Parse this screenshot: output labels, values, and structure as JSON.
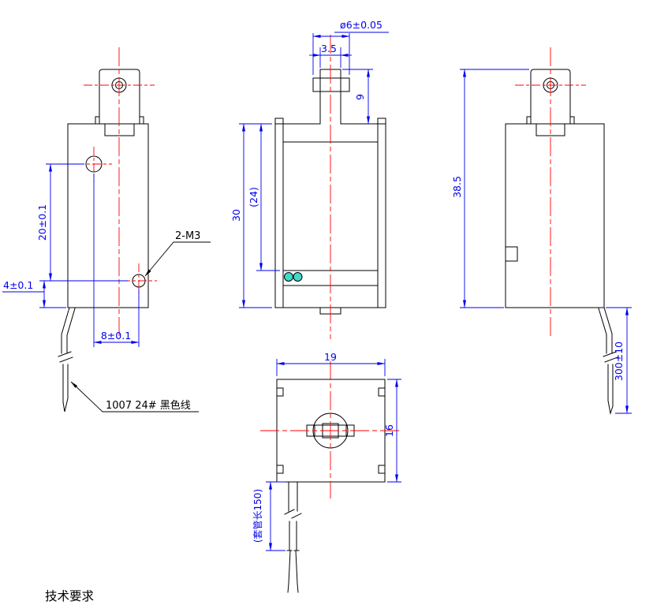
{
  "colors": {
    "background": "#ffffff",
    "outline": "#000000",
    "centerline": "#ff0000",
    "dimension": "#0000ee",
    "terminal_fill": "#40d9cb"
  },
  "labels": {
    "front_view": {
      "hole_pitch_v": "20±0.1",
      "bottom_offset": "4±0.1",
      "hole_pitch_h": "8±0.1",
      "thread_callout": "2-M3",
      "wire_note": "1007 24# 黑色线"
    },
    "center_view": {
      "plunger_flange_dia": "ø6±0.05",
      "plunger_pin": "3.5",
      "plunger_protrusion": "9",
      "frame_height": "30",
      "window_height": "(24)"
    },
    "side_view": {
      "overall_height": "38.5",
      "lead_length": "300±10"
    },
    "bottom_view": {
      "width": "19",
      "depth": "16",
      "sleeve_note": "(套管长150)"
    },
    "notes": {
      "tech_requirements": "技术要求"
    }
  }
}
